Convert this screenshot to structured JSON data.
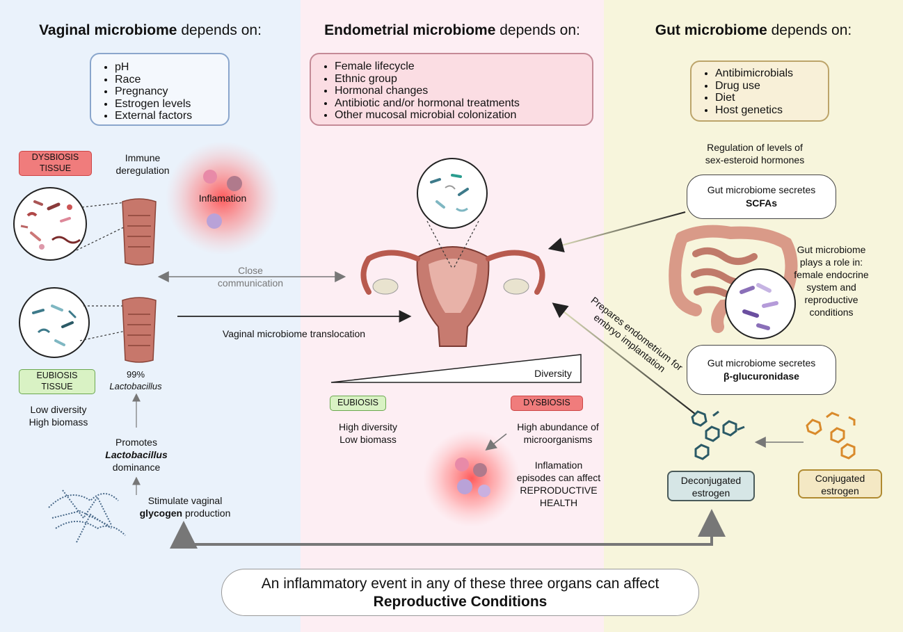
{
  "vaginal": {
    "title_bold": "Vaginal microbiome",
    "title_rest": " depends on:",
    "factors": [
      "pH",
      "Race",
      "Pregnancy",
      "Estrogen levels",
      "External factors"
    ],
    "dysbiosis_tag": [
      "DYSBIOSIS",
      "TISSUE"
    ],
    "immune": [
      "Immune",
      "deregulation"
    ],
    "inflamation": "Inflamation",
    "eubiosis_tag": [
      "EUBIOSIS",
      "TISSUE"
    ],
    "lacto_pct": "99%",
    "lacto_name": "Lactobacillus",
    "low_diversity": "Low diversity",
    "high_biomass": "High biomass",
    "promotes_1": "Promotes",
    "promotes_2": "Lactobacillus",
    "promotes_3": "dominance",
    "stimulate_1": "Stimulate vaginal",
    "stimulate_2": "glycogen",
    "stimulate_3": " production"
  },
  "endometrial": {
    "title_bold": "Endometrial microbiome",
    "title_rest": " depends on:",
    "factors": [
      "Female lifecycle",
      "Ethnic group",
      "Hormonal changes",
      "Antibiotic and/or hormonal treatments",
      "Other mucosal microbial colonization"
    ],
    "close_comm": [
      "Close",
      "communication"
    ],
    "translocation": "Vaginal microbiome translocation",
    "diversity": "Diversity",
    "eubiosis": "EUBIOSIS",
    "dysbiosis": "DYSBIOSIS",
    "high_diversity": "High diversity",
    "low_biomass": "Low biomass",
    "high_abundance": [
      "High abundance of",
      "microorganisms"
    ],
    "inflammation_episodes": [
      "Inflamation",
      "episodes can affect",
      "REPRODUCTIVE",
      "HEALTH"
    ]
  },
  "gut": {
    "title_bold": "Gut microbiome",
    "title_rest": " depends on:",
    "factors": [
      "Antibimicrobials",
      "Drug use",
      "Diet",
      "Host genetics"
    ],
    "regulation": [
      "Regulation of levels of",
      "sex-esteroid hormones"
    ],
    "scfa_1": "Gut microbiome secretes",
    "scfa_2": "SCFAs",
    "role": [
      "Gut microbiome",
      "plays a role in:",
      "female endocrine",
      "system and",
      "reproductive",
      "conditions"
    ],
    "gluc_1": "Gut microbiome secretes",
    "gluc_2": "β-glucuronidase",
    "prepares": "Prepares endometrium for",
    "prepares_2": "embryo implantation",
    "deconjugated": [
      "Deconjugated",
      "estrogen"
    ],
    "conjugated": [
      "Conjugated",
      "estrogen"
    ]
  },
  "footer": {
    "line1": "An inflammatory event in any of these three organs can affect",
    "line2": "Reproductive Conditions"
  },
  "colors": {
    "vag_bg": "#eaf2fb",
    "end_bg": "#fdeef3",
    "gut_bg": "#f7f5dc",
    "dys_tag": "#f07c7c",
    "eub_tag": "#d9f2c4"
  }
}
